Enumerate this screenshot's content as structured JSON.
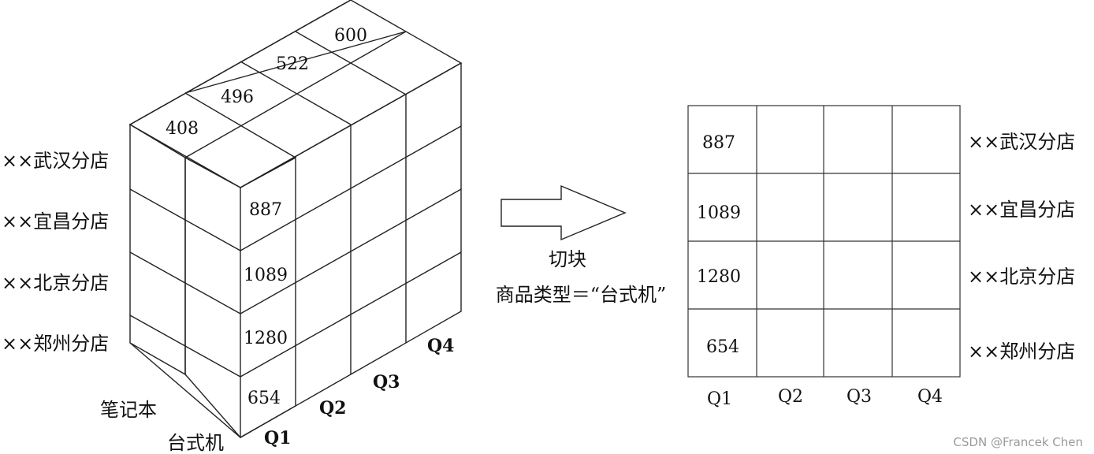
{
  "cube": {
    "row_labels": [
      "××武汉分店",
      "××宜昌分店",
      "××北京分店",
      "××郑州分店"
    ],
    "depth_labels": [
      "笔记本",
      "台式机"
    ],
    "quarter_labels": [
      "Q1",
      "Q2",
      "Q3",
      "Q4"
    ],
    "top_values": [
      "408",
      "496",
      "522",
      "600"
    ],
    "front_values": [
      "887",
      "1089",
      "1280",
      "654"
    ]
  },
  "operation": {
    "name": "切块",
    "condition": "商品类型＝“台式机”"
  },
  "slice": {
    "values": [
      "887",
      "1089",
      "1280",
      "654"
    ],
    "row_labels": [
      "××武汉分店",
      "××宜昌分店",
      "××北京分店",
      "××郑州分店"
    ],
    "quarter_labels": [
      "Q1",
      "Q2",
      "Q3",
      "Q4"
    ]
  },
  "watermark": "CSDN @Francek Chen",
  "colors": {
    "line": "#222222",
    "grid": "#333333",
    "watermark": "#9a9a9a"
  }
}
